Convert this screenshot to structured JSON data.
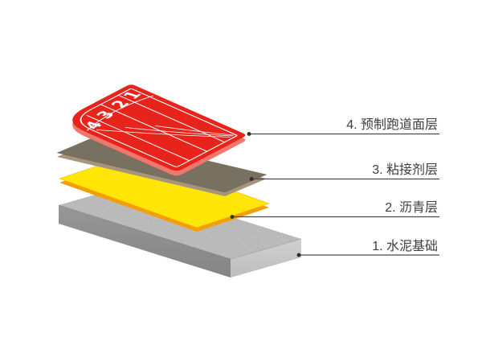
{
  "diagram": {
    "background_color": "#ffffff",
    "callouts": [
      {
        "text": "4. 预制跑道面层",
        "layer_color": "#e7231c"
      },
      {
        "text": "3. 粘接剂层",
        "layer_color": "#7b7263"
      },
      {
        "text": "2. 沥青层",
        "layer_color": "#ffe606"
      },
      {
        "text": "1. 水泥基础",
        "layer_color": "#a8a8a8"
      }
    ],
    "track": {
      "lane_numbers_left_to_right": [
        "4",
        "3",
        "2",
        "1"
      ],
      "surface_color": "#e7231c",
      "surface_edge_color": "#f1766c",
      "marking_color": "#ffffff"
    },
    "layer_colors": {
      "adhesive_top": "#7b7263",
      "adhesive_edge": "#a6947b",
      "asphalt_top": "#ffe606",
      "asphalt_edge": "#f59e00",
      "cement_top": "#a8a8a8",
      "cement_front": "#8f8f8f",
      "cement_side": "#c9c9c9"
    },
    "callout_line_color": "#4a4a4a",
    "text_color": "#3e3e3e"
  }
}
